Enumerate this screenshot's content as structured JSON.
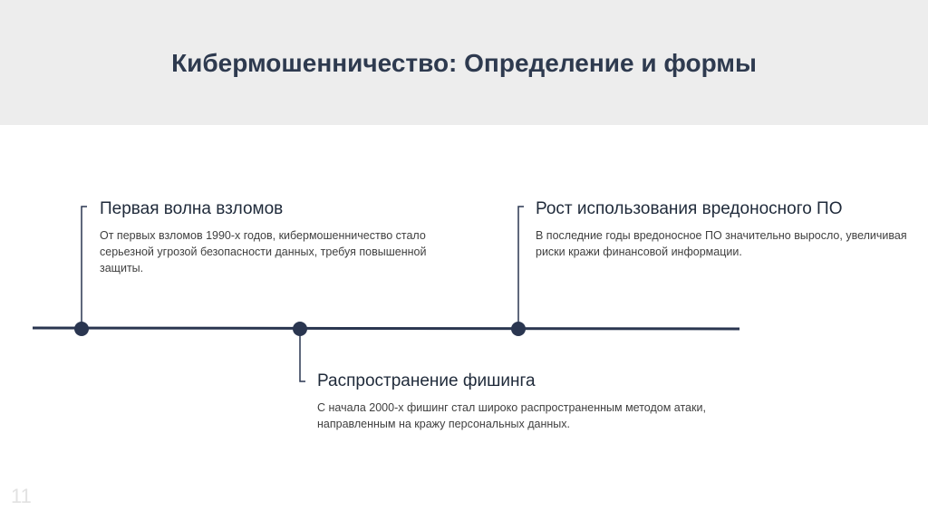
{
  "slide": {
    "title": "Кибермошенничество: Определение и формы",
    "number": "11"
  },
  "timeline": {
    "events": [
      {
        "title": "Первая волна взломов",
        "description": "От первых взломов 1990-х годов, кибермошенничество стало серьезной угрозой безопасности данных, требуя повышенной защиты."
      },
      {
        "title": "Распространение фишинга",
        "description": "С начала 2000-х фишинг стал широко распространенным методом атаки, направленным на кражу персональных данных."
      },
      {
        "title": "Рост использования вредоносного ПО",
        "description": "В последние годы вредоносное ПО значительно выросло, увеличивая риски кражи финансовой информации."
      }
    ]
  },
  "colors": {
    "header_bg": "#ededed",
    "title": "#2e3a4f",
    "timeline": "#2a3650"
  }
}
